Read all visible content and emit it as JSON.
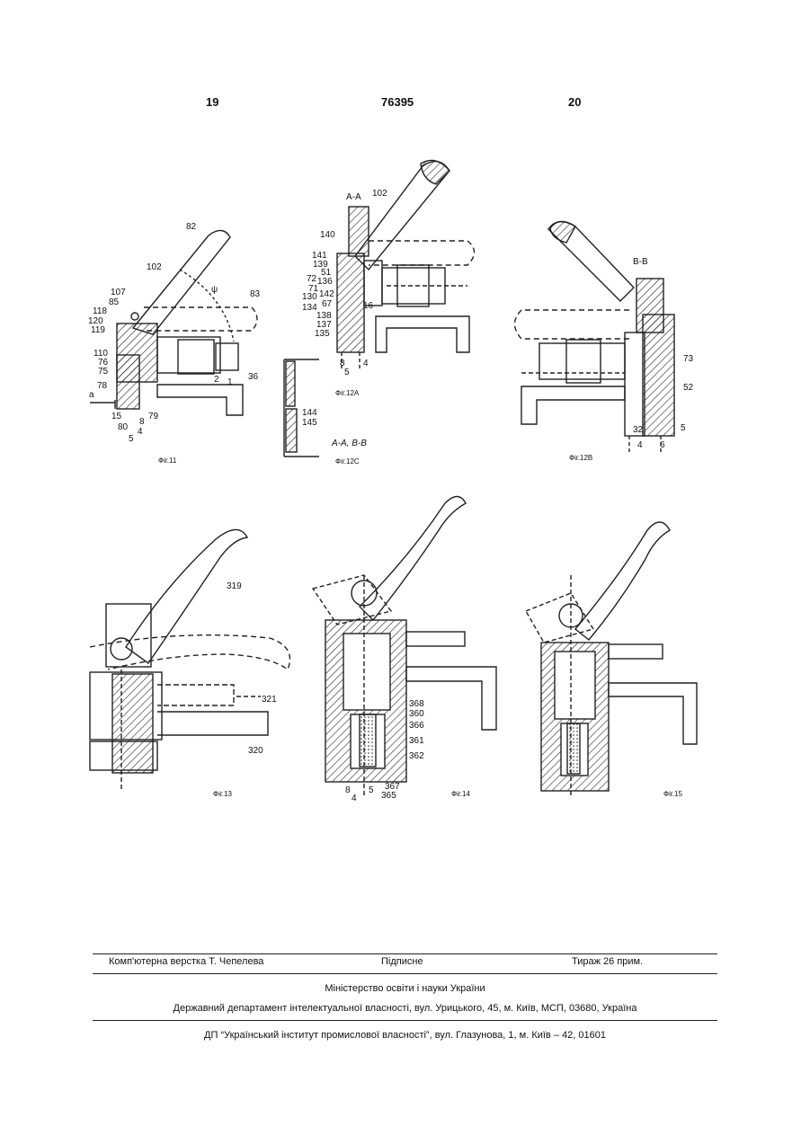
{
  "header": {
    "page_left": "19",
    "patent_number": "76395",
    "page_right": "20"
  },
  "figures": [
    {
      "caption": "Фіг.11",
      "labels": [
        "82",
        "102",
        "107",
        "85",
        "118",
        "120",
        "119",
        "110",
        "76",
        "75",
        "78",
        "a",
        "15",
        "80",
        "8",
        "79",
        "5",
        "4",
        "83",
        "36",
        "2",
        "1",
        "ψ"
      ]
    },
    {
      "caption": "Фіг.12А",
      "labels": [
        "A-A",
        "102",
        "140",
        "141",
        "139",
        "51",
        "72",
        "136",
        "71",
        "130",
        "142",
        "134",
        "67",
        "138",
        "137",
        "135",
        "16",
        "8",
        "4",
        "5"
      ]
    },
    {
      "caption": "Фіг.12С",
      "labels": [
        "144",
        "145",
        "A-A, B-B"
      ]
    },
    {
      "caption": "Фіг.12В",
      "labels": [
        "B-B",
        "73",
        "52",
        "32",
        "5",
        "4",
        "6"
      ]
    },
    {
      "caption": "Фіг.13",
      "labels": [
        "319",
        "321",
        "320"
      ]
    },
    {
      "caption": "Фіг.14",
      "labels": [
        "368",
        "360",
        "366",
        "361",
        "362",
        "367",
        "365",
        "8",
        "5",
        "4"
      ]
    },
    {
      "caption": "Фіг.15",
      "labels": []
    }
  ],
  "footer": {
    "credit": "Комп'ютерна верстка Т. Чепелева",
    "signed": "Підписне",
    "print_run": "Тираж 26 прим.",
    "ministry": "Міністерство освіти і науки України",
    "department": "Державний департамент інтелектуальної власності, вул. Урицького, 45, м. Київ, МСП, 03680, Україна",
    "institute": "ДП “Український інститут промислової власності”, вул. Глазунова, 1, м. Київ – 42, 01601"
  }
}
